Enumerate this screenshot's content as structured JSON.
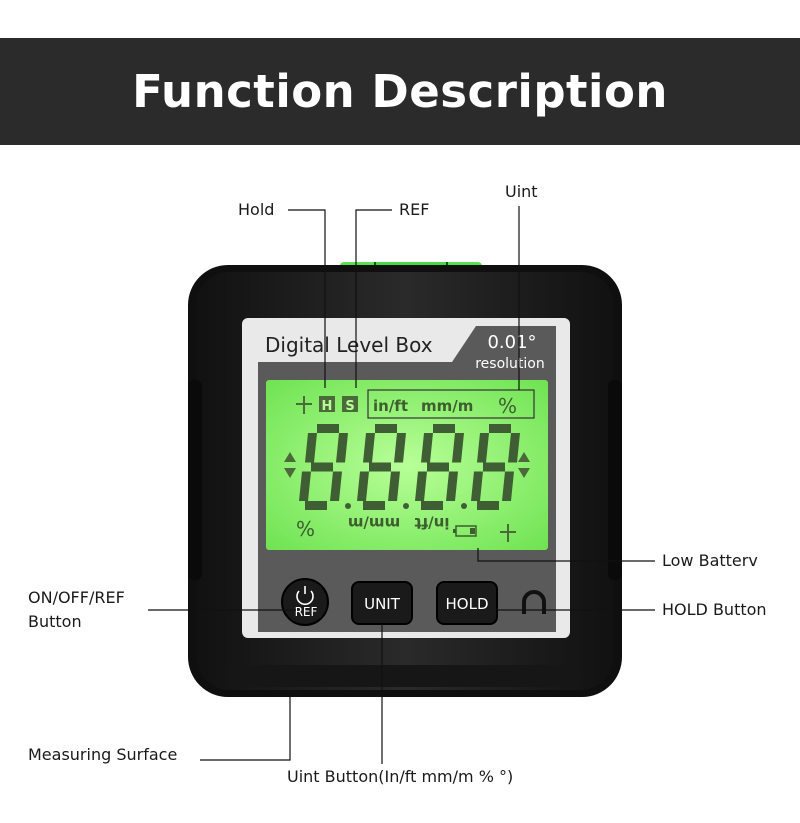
{
  "banner": {
    "title": "Function Description"
  },
  "device": {
    "name": "Digital Level Box",
    "resolution_value": "0.01°",
    "resolution_label": "resolution",
    "lcd_top_units": [
      "in/ft",
      "mm/m",
      "%"
    ],
    "lcd_bottom_units": [
      "%",
      "mm/m",
      "in/ft"
    ],
    "lcd_hold_badge": "H",
    "lcd_ref_badge": "S",
    "buttons": {
      "power_ref": "REF",
      "unit": "UNIT",
      "hold": "HOLD"
    }
  },
  "callouts": {
    "hold": "Hold",
    "ref": "REF",
    "unit": "Uint",
    "low_battery": "Low Batterv",
    "on_off_ref_line1": "ON/OFF/REF",
    "on_off_ref_line2": "Button",
    "hold_button": "HOLD Button",
    "measuring_surface": "Measuring Surface",
    "unit_button": "Uint Button(In/ft  mm/m %  °)"
  },
  "colors": {
    "banner_bg": "#2b2b2b",
    "lcd_green": "#86f56a",
    "bubble_green": "#1fbf2f",
    "device_body": "#1e1e1e",
    "face_panel": "#e9e9e9"
  }
}
